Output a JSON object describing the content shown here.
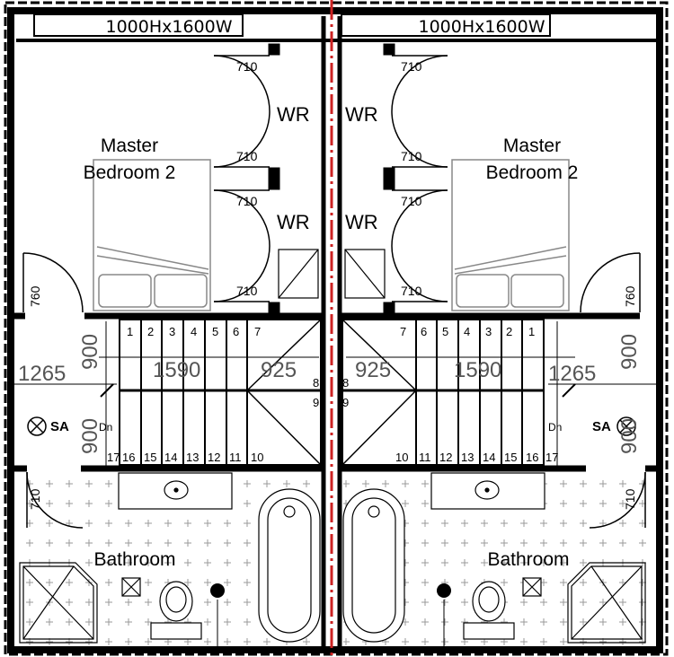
{
  "window_label": "1000Hx1600W",
  "door_width": "710",
  "door_width_side": "760",
  "wardrobe_label": "WR",
  "bedroom_line1": "Master",
  "bedroom_line2": "Bedroom 2",
  "bathroom_label": "Bathroom",
  "stair_width": "900",
  "dim_hall": "1265",
  "dim_stair_run": "1590",
  "dim_landing": "925",
  "smoke_alarm": "SA",
  "stair_direction": "Dn",
  "steps_upper": [
    "1",
    "2",
    "3",
    "4",
    "5",
    "6",
    "7"
  ],
  "steps_lower": [
    "17",
    "16",
    "15",
    "14",
    "13",
    "12",
    "11",
    "10"
  ],
  "steps_mid": [
    "8",
    "9"
  ],
  "colors": {
    "party_wall": "#cc2222",
    "line": "#000000",
    "tile_mark": "#9a9a9a"
  }
}
